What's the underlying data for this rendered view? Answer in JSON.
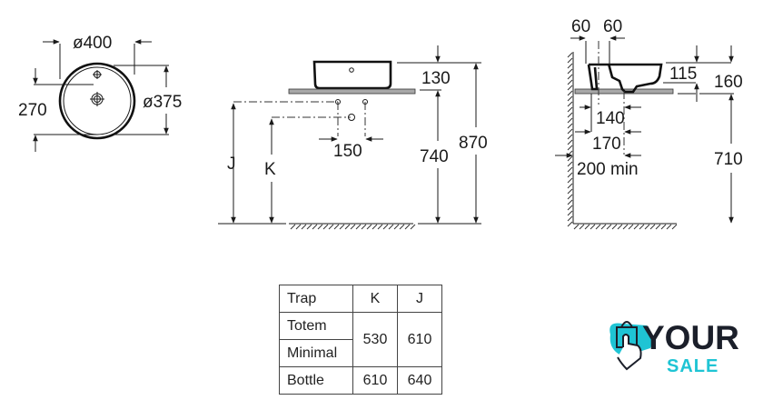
{
  "top_view": {
    "outer_diameter": "ø400",
    "inner_diameter": "ø375",
    "depth": "270"
  },
  "front_view": {
    "basin_height": "130",
    "counter_height": "740",
    "total_height": "870",
    "trap_spacing": "150",
    "label_j": "J",
    "label_k": "K"
  },
  "side_view": {
    "tap_offset_left": "60",
    "tap_offset_right": "60",
    "inner_depth": "115",
    "basin_height": "160",
    "drain_offset": "140",
    "wall_to_drain": "170",
    "wall_clearance": "200 min",
    "counter_height": "710"
  },
  "trap_table": {
    "headers": [
      "Trap",
      "K",
      "J"
    ],
    "rows": [
      {
        "trap": "Totem",
        "k": "530",
        "j": "610"
      },
      {
        "trap": "Minimal",
        "k": "530",
        "j": "610"
      },
      {
        "trap": "Bottle",
        "k": "610",
        "j": "640"
      }
    ]
  },
  "logo": {
    "word1": "YOUR",
    "word2": "SALE",
    "accent_color": "#1fc4d4",
    "dark_color": "#1b1f2a"
  }
}
